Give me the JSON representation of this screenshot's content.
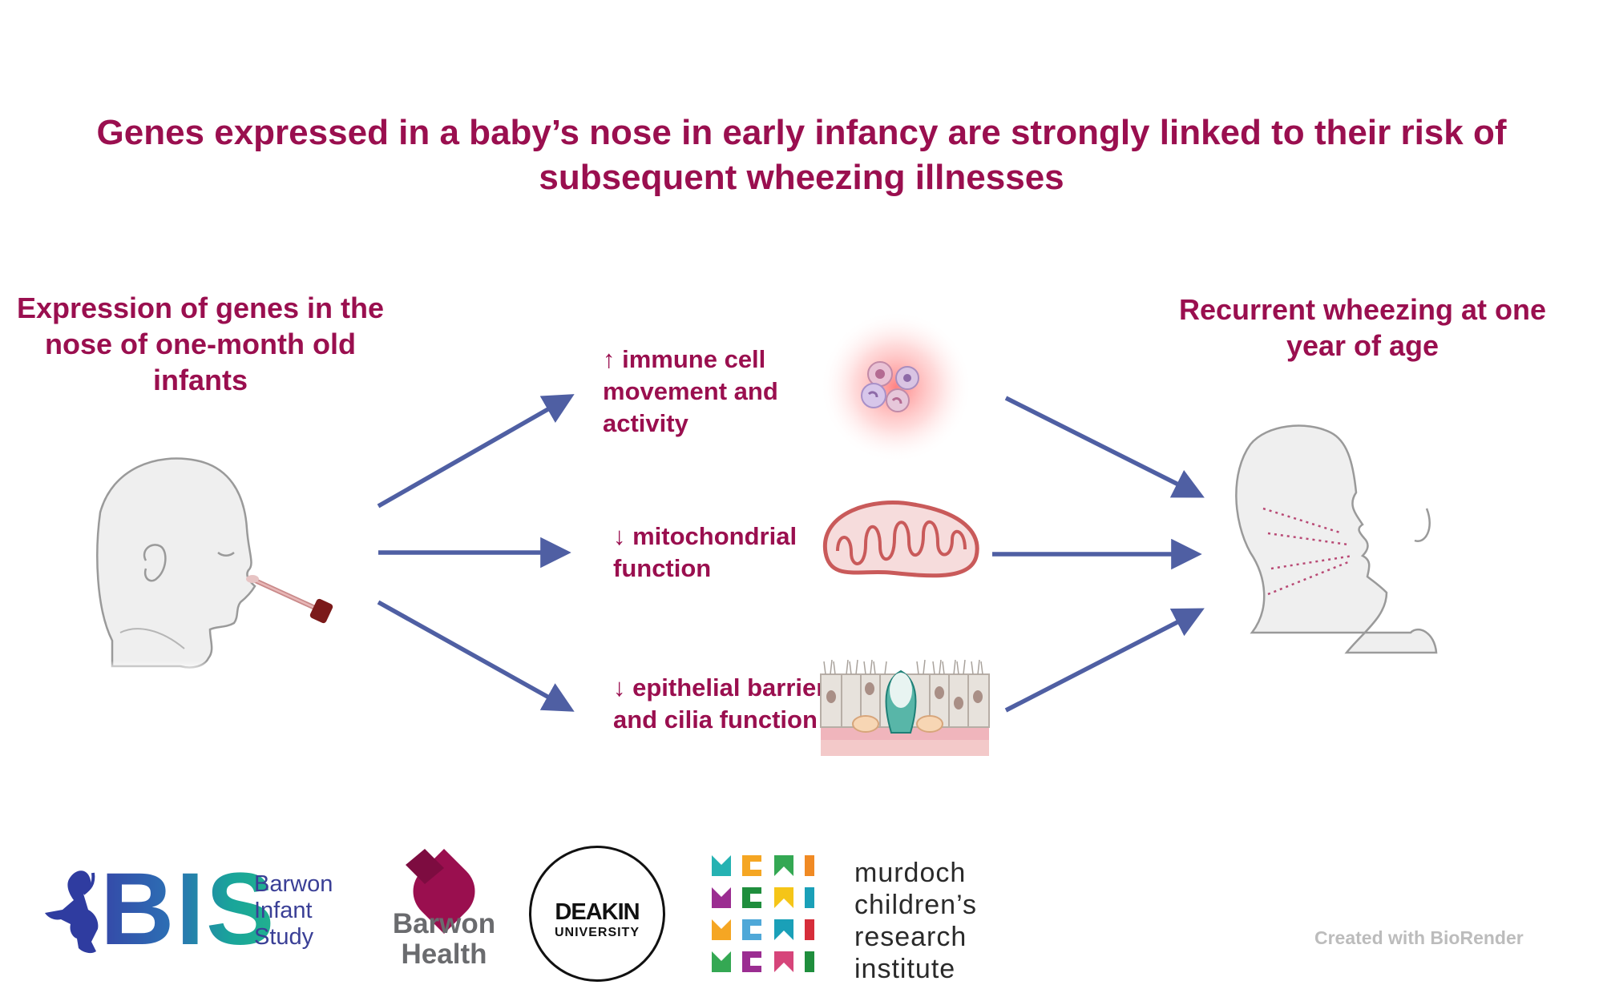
{
  "title": "Genes expressed in a baby’s nose in early infancy are strongly linked to their risk of subsequent wheezing illnesses",
  "left_heading": "Expression of genes in the nose of one-month old infants",
  "right_heading": "Recurrent wheezing at one year of age",
  "mechanisms": [
    {
      "label": "↑ immune cell movement and activity",
      "icon": "immune-cells-icon"
    },
    {
      "label": "↓ mitochondrial function",
      "icon": "mitochondrion-icon"
    },
    {
      "label": "↓ epithelial barrier and cilia function",
      "icon": "ciliated-epithelium-icon"
    }
  ],
  "colors": {
    "heading": "#9a0f4f",
    "arrow": "#4f5fa3",
    "silhouette_fill": "#efefef",
    "silhouette_stroke": "#9a9a9a"
  },
  "logos": {
    "bis_letters": "BIS",
    "bis_name": [
      "Barwon",
      "Infant",
      "Study"
    ],
    "barwon_health": [
      "Barwon",
      "Health"
    ],
    "deakin_name": "DEAKIN",
    "deakin_sub": "UNIVERSITY",
    "mcri_name": [
      "murdoch",
      "children’s",
      "research",
      "institute"
    ]
  },
  "credit": "Created with BioRender"
}
